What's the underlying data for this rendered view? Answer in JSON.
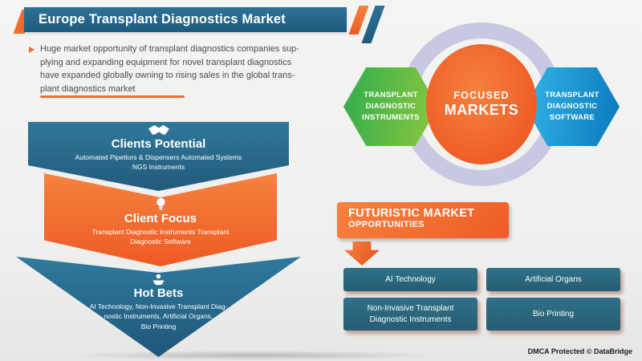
{
  "colors": {
    "teal": "#2a6d8e",
    "orange": "#f26b30",
    "lavender_ring": "#c9c8e2",
    "green_hex_start": "#2fae4d",
    "green_hex_end": "#8fc73e",
    "blue_hex_start": "#33b5e7",
    "blue_hex_end": "#0a78bc"
  },
  "header": {
    "title": "Europe Transplant Diagnostics Market"
  },
  "intro": {
    "text": "Huge market opportunity of transplant diagnostics companies sup-\nplying and expanding equipment for novel transplant diagnostics\nhave expanded globally owning to rising sales in the global trans-\nplant diagnostics market"
  },
  "funnel": {
    "levels": [
      {
        "title": "Clients Potential",
        "details": "Automated Pipettors & Dispensers Automated Systems\nNGS Instruments",
        "icon": "handshake-icon"
      },
      {
        "title": "Client Focus",
        "details": "Transplant Diagnostic Instruments Transplant\nDiagnostic Software",
        "icon": "lightbulb-icon"
      },
      {
        "title": "Hot Bets",
        "details": "AI Technology, Non-Invasive Transplant Diag-\nnostic Instruments, Artificial Organs,\nBio Printing",
        "icon": "hand-coin-icon"
      }
    ]
  },
  "focus_diagram": {
    "left_hex": "TRANSPLANT\nDIAGNOSTIC\nINSTRUMENTS",
    "center_line1": "FOCUSED",
    "center_line2": "MARKETS",
    "right_hex": "TRANSPLANT\nDIAGNOSTIC\nSOFTWARE"
  },
  "futuristic": {
    "title_line1": "FUTURISTIC MARKET",
    "title_line2": "OPPORTUNITIES",
    "items": [
      "AI Technology",
      "Artificial Organs",
      "Non-Invasive Transplant\nDiagnostic Instruments",
      "Bio Printing"
    ]
  },
  "footer": {
    "dmca": "DMCA Protected © DataBridge"
  }
}
